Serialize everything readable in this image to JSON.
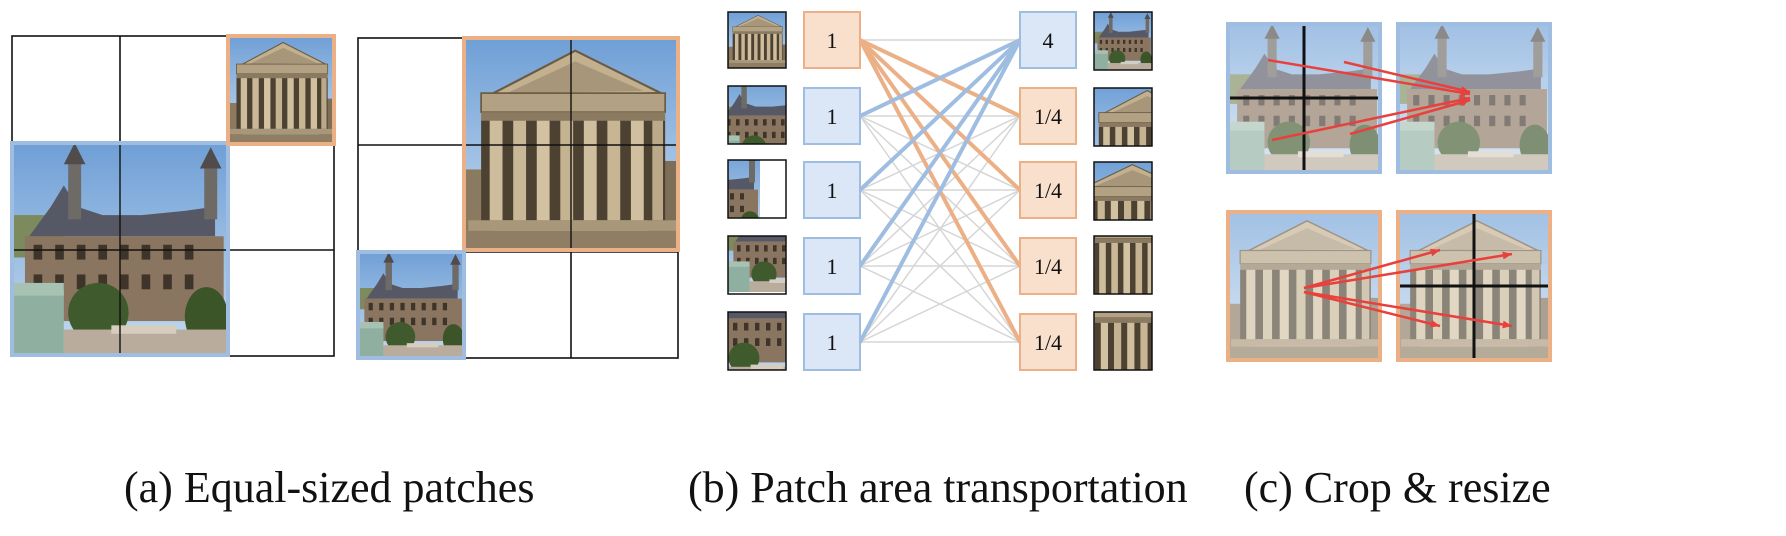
{
  "captions": {
    "a": "(a) Equal-sized patches",
    "b": "(b) Patch area transportation",
    "c": "(c) Crop & resize"
  },
  "left_nodes": [
    "1",
    "1",
    "1",
    "1",
    "1"
  ],
  "right_nodes": [
    "4",
    "1/4",
    "1/4",
    "1/4",
    "1/4"
  ],
  "colors": {
    "blue_fill": "#dbe7f6",
    "blue_stroke": "#9ebde0",
    "orange_fill": "#f8e0cd",
    "orange_stroke": "#ecb087",
    "grid": "#111111",
    "link_gray": "#d6d6d6",
    "arrow_red": "#e8403c"
  }
}
